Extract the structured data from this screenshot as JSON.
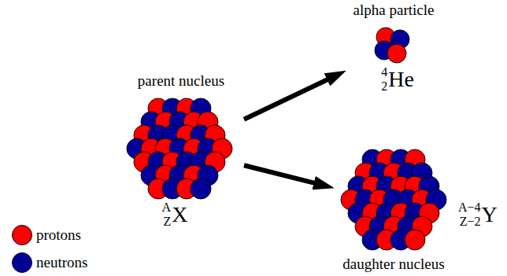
{
  "diagram": {
    "nodes": [
      {
        "text": [
          "parent nucleus",
          "A",
          "Z",
          "X"
        ]
      },
      {
        "text": [
          "alpha particle",
          "4",
          "2",
          "He"
        ]
      },
      {
        "text": [
          "A−4",
          "Z−2",
          "Y",
          "daughter nucleus"
        ]
      }
    ],
    "edges": [
      {
        "from": 0,
        "to": 1,
        "arrow": "to"
      },
      {
        "from": 0,
        "to": 2,
        "arrow": "to"
      }
    ],
    "legend": [
      {
        "text": "protons",
        "color": "#ff0000"
      },
      {
        "text": "neutrons",
        "color": "#000099"
      }
    ]
  }
}
